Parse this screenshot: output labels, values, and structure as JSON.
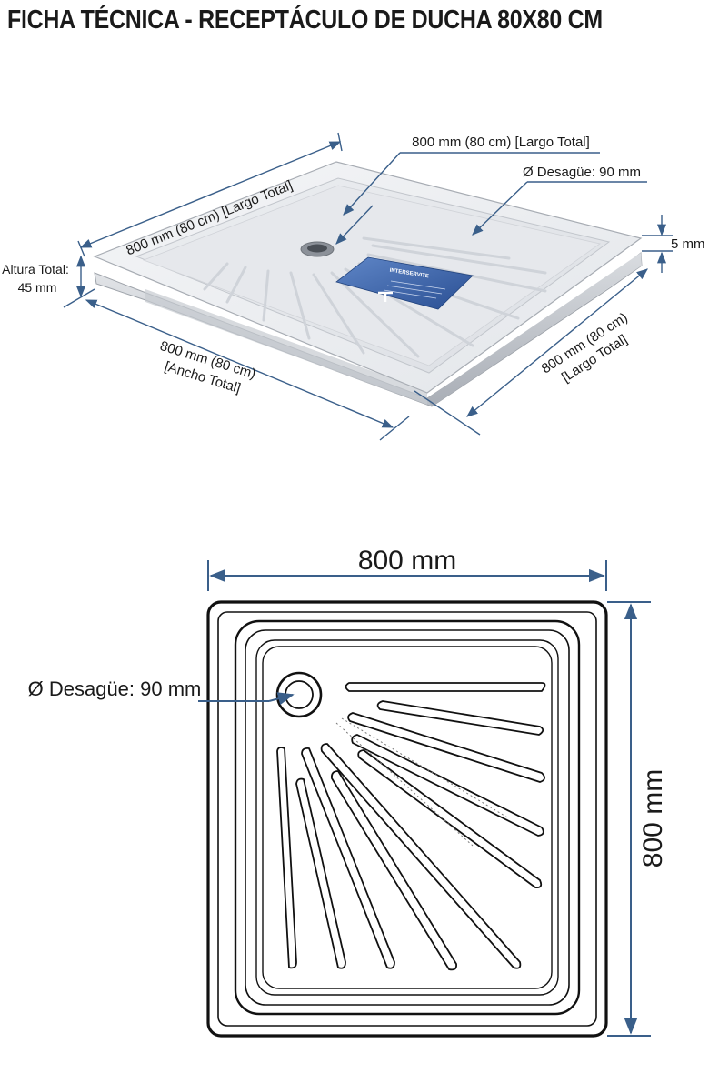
{
  "title": "FICHA TÉCNICA - RECEPTÁCULO DE DUCHA 80X80 CM",
  "iso_view": {
    "left_length": "800 mm (80 cm) [Largo Total]",
    "top_length": "800 mm (80 cm) [Largo Total]",
    "drain": "Ø Desagüe: 90 mm",
    "rim": "5 mm",
    "height_line1": "Altura Total:",
    "height_line2": "45 mm",
    "front_width_line1": "800 mm (80 cm)",
    "front_width_line2": "[Ancho Total]",
    "right_length_line1": "800 mm (80 cm)",
    "right_length_line2": "[Largo Total]",
    "product_label": "INTERSERVITE"
  },
  "plan_view": {
    "width": "800 mm",
    "height": "800 mm",
    "drain": "Ø Desagüe: 90 mm"
  },
  "colors": {
    "dimension": "#3a5f8a",
    "outline": "#111111",
    "label_blue": "#2f5da8"
  }
}
